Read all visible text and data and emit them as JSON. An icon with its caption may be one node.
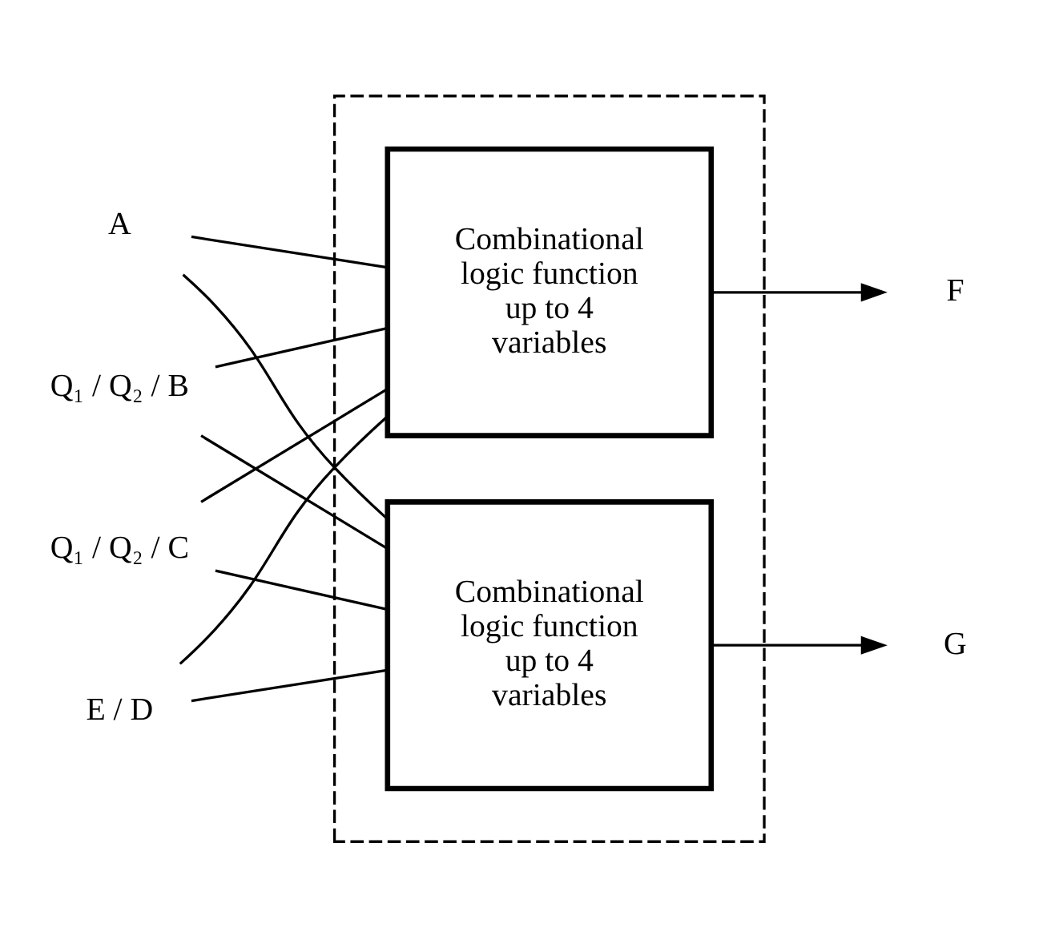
{
  "diagram": {
    "nodes": [
      {
        "text": [],
        "shape": "box"
      },
      {
        "text": [
          "A"
        ]
      },
      {
        "text": [
          "Q₁ / Q₂ / B"
        ]
      },
      {
        "text": [
          "Q₁ / Q₂ / C"
        ]
      },
      {
        "text": [
          "E / D"
        ]
      },
      {
        "text": [
          "Combinational logic function up to 4 variables"
        ],
        "in": 0
      },
      {
        "text": [
          "F"
        ]
      },
      {
        "text": [
          "Combinational logic function up to 4 variables"
        ],
        "in": 0
      },
      {
        "text": [
          "G"
        ]
      }
    ],
    "edges": [
      {
        "from": 1,
        "to": 5,
        "arrow": "none"
      },
      {
        "from": 1,
        "to": 7,
        "arrow": "none"
      },
      {
        "from": 2,
        "to": 5,
        "arrow": "none"
      },
      {
        "from": 2,
        "to": 7,
        "arrow": "none"
      },
      {
        "from": 3,
        "to": 5,
        "arrow": "none"
      },
      {
        "from": 3,
        "to": 7,
        "arrow": "none"
      },
      {
        "from": 4,
        "to": 5,
        "arrow": "none"
      },
      {
        "from": 4,
        "to": 7,
        "arrow": "none"
      },
      {
        "from": 5,
        "to": 6,
        "arrow": "to"
      },
      {
        "from": 7,
        "to": 8,
        "arrow": "to"
      }
    ]
  }
}
